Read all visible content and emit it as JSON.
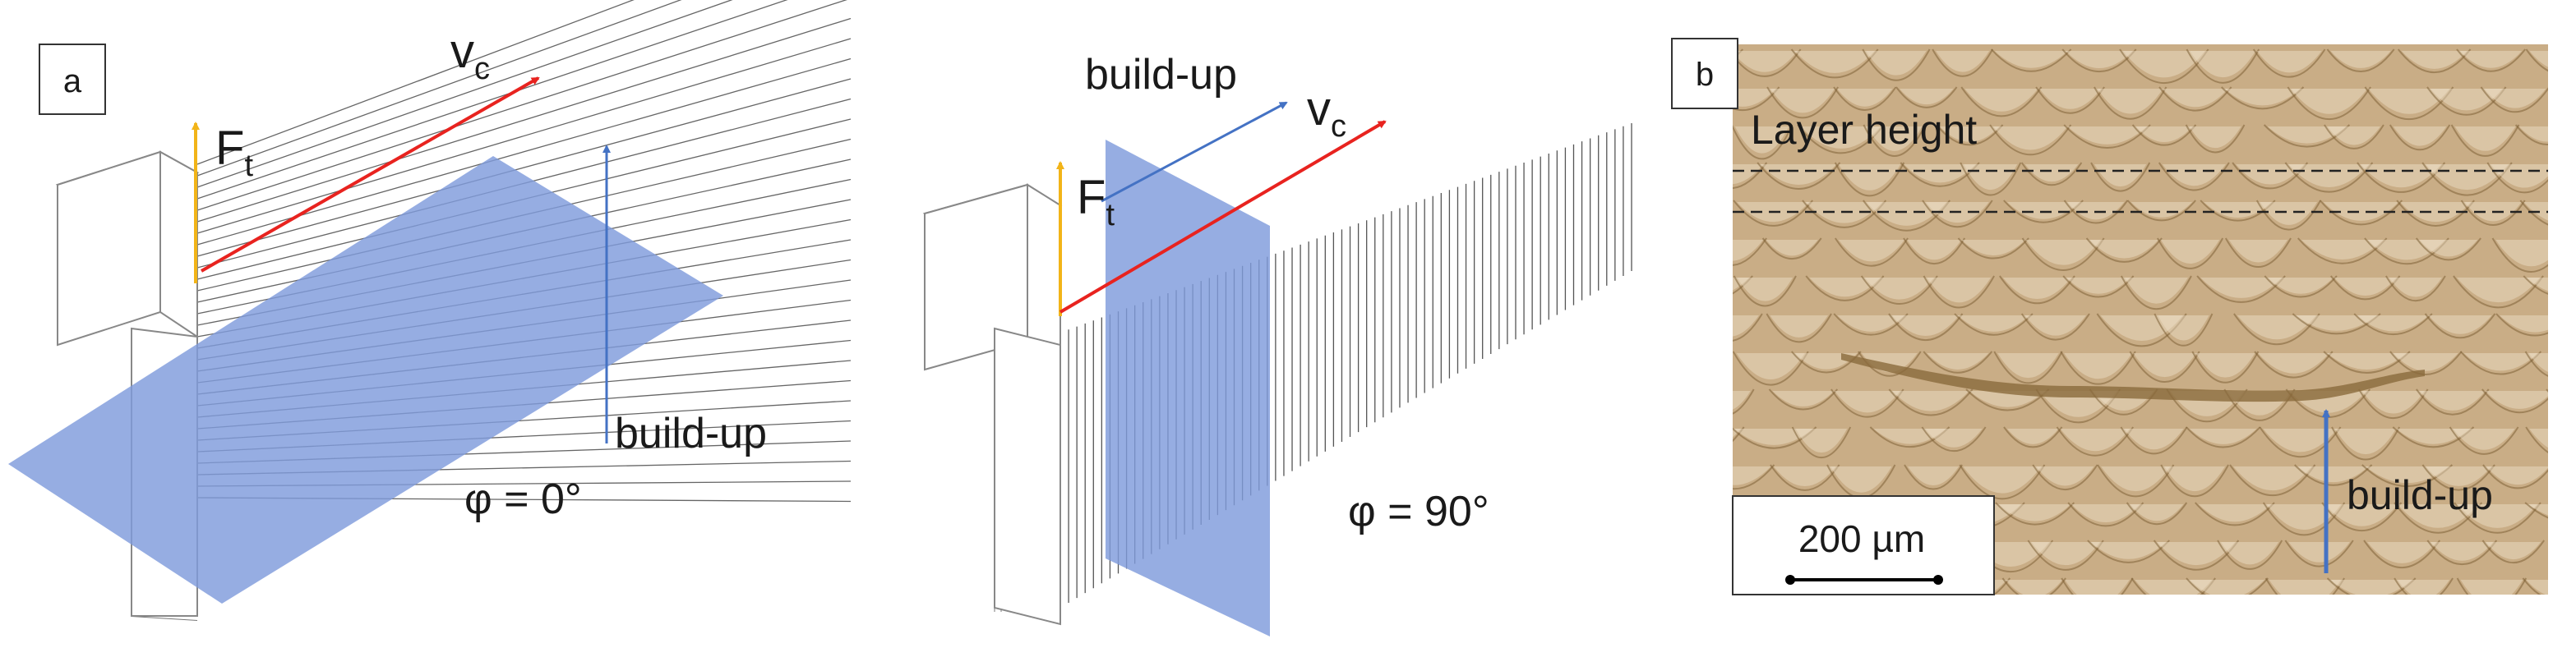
{
  "panel_a": {
    "label": "a",
    "force": "F",
    "force_sub": "t",
    "velocity": "v",
    "velocity_sub": "c",
    "buildup": "build-up",
    "angle": "φ = 0°"
  },
  "panel_mid": {
    "buildup": "build-up",
    "velocity": "v",
    "velocity_sub": "c",
    "force": "F",
    "force_sub": "t",
    "angle": "φ = 90°"
  },
  "panel_b": {
    "label": "b",
    "layer_height": "Layer height",
    "buildup": "build-up",
    "scale": "200 µm"
  },
  "colors": {
    "plane": "#7f9bdc",
    "arrow_red": "#e8231f",
    "arrow_blue": "#4472c4",
    "arrow_yellow": "#f2b418",
    "micro_base": "#c9ad86"
  }
}
